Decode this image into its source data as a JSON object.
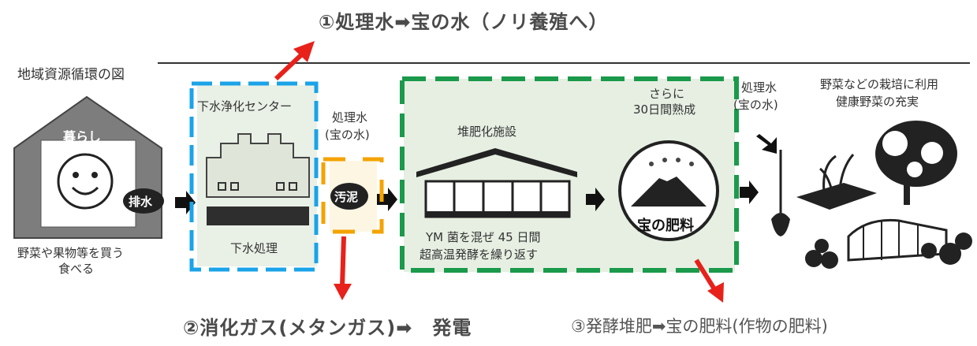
{
  "caption_top": "①処理水➡宝の水（ノリ養殖へ）",
  "caption_bottom_left": "②消化ガス(メタンガス)➡　発電",
  "caption_bottom_right": "③発酵堆肥➡宝の肥料(作物の肥料)",
  "header_label": "地域資源循環の図",
  "house": {
    "roof_label": "暮らし",
    "drain_badge": "排水",
    "caption_line1": "野菜や果物等を買う",
    "caption_line2": "食べる"
  },
  "sewage_center": {
    "title": "下水浄化センター",
    "bottom_label": "下水処理"
  },
  "treated_water_1": {
    "line1": "処理水",
    "line2": "(宝の水)"
  },
  "sludge_badge": "汚泥",
  "compost": {
    "title": "堆肥化施設",
    "line1": "YM 菌を混ぜ 45 日間",
    "line2": "超高温発酵を繰り返す"
  },
  "maturation": {
    "line1": "さらに",
    "line2": "30日間熟成"
  },
  "fertilizer_label": "宝の肥料",
  "treated_water_2": {
    "line1": "処理水",
    "line2": "(宝の水)"
  },
  "crops": {
    "line1": "野菜などの栽培に利用",
    "line2": "健康野菜の充実"
  },
  "colors": {
    "blue_dash": "#1aa3e8",
    "green_dash": "#1a9a4a",
    "orange_dash": "#f4a300",
    "red_arrow": "#e8211b",
    "house_grey": "#7d7d7d",
    "panel_tint": "#e6efe2"
  }
}
